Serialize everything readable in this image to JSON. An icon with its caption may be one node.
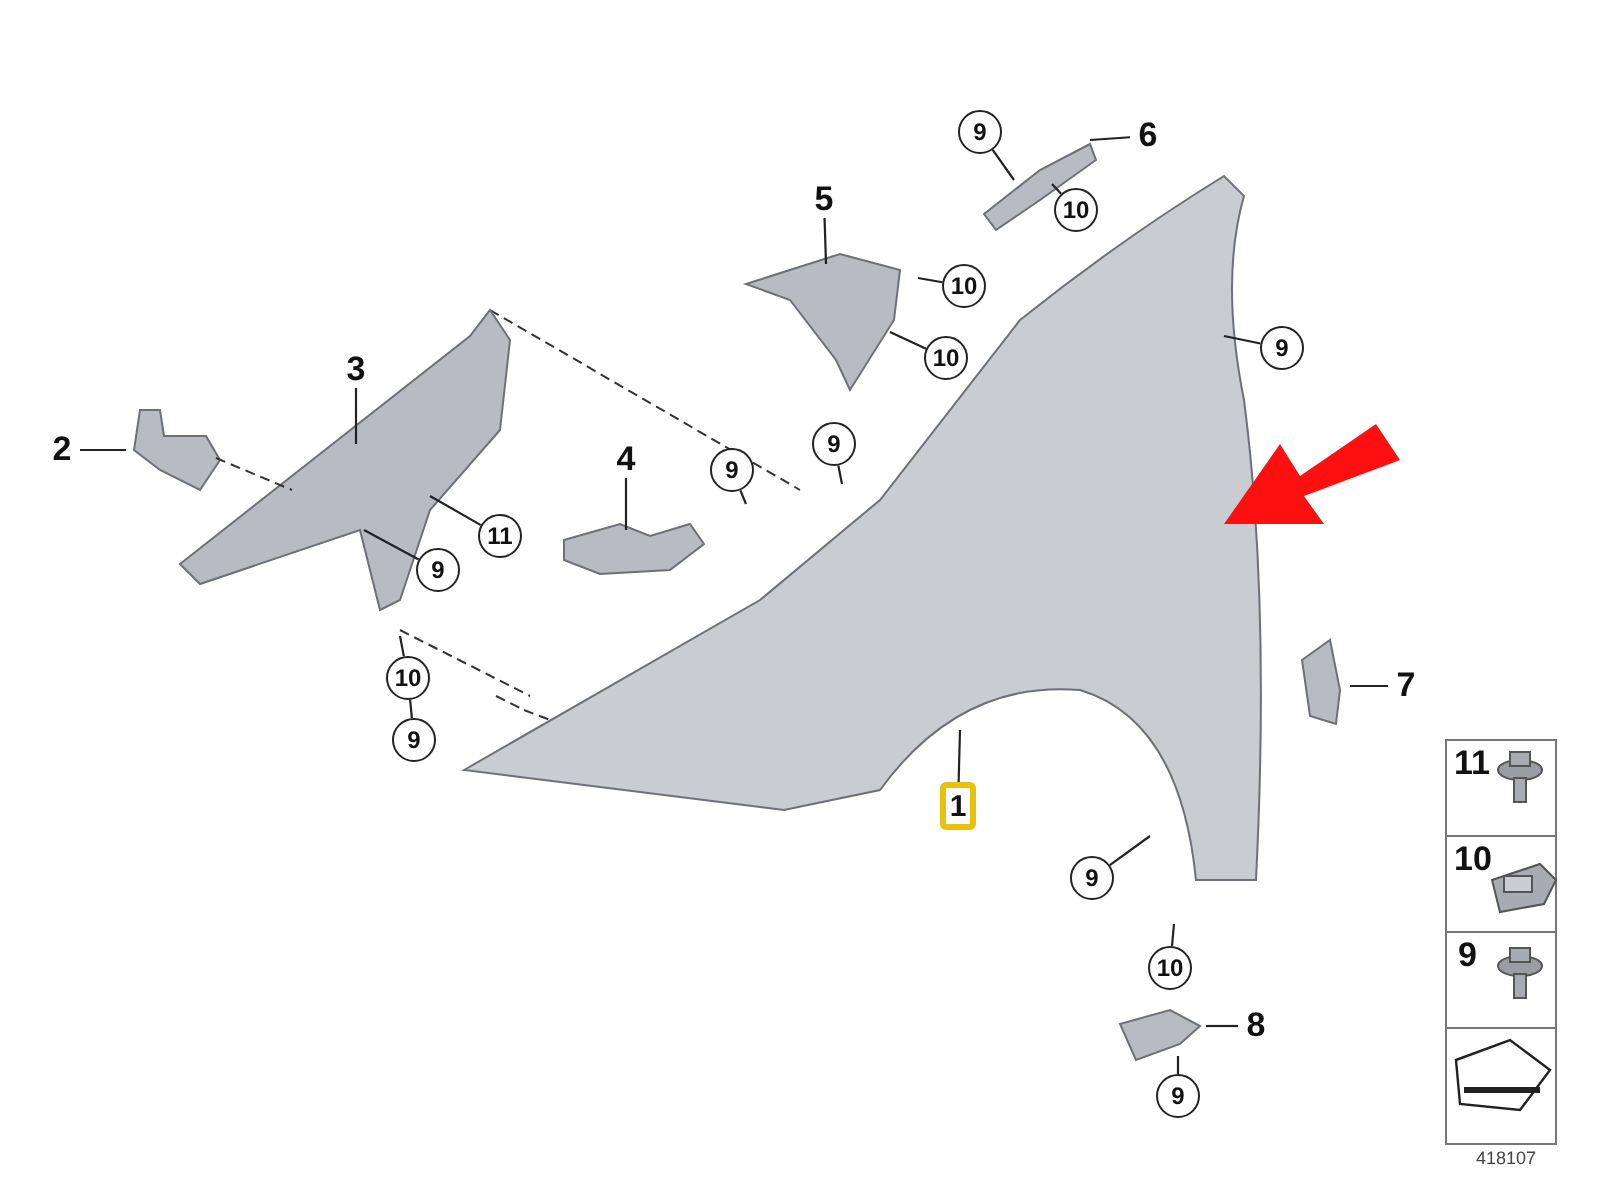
{
  "diagram": {
    "nodes": [
      {
        "text": [
          "9"
        ]
      },
      {
        "text": [
          "6"
        ]
      },
      {
        "text": [
          "10"
        ]
      },
      {
        "text": [
          "5"
        ]
      },
      {
        "text": [
          "10"
        ]
      },
      {
        "text": [
          "10"
        ]
      },
      {
        "text": [
          "9"
        ]
      },
      {
        "text": [
          "3"
        ]
      },
      {
        "text": [
          "2"
        ]
      },
      {
        "text": [
          "4"
        ]
      },
      {
        "text": [
          "9"
        ]
      },
      {
        "text": [
          "9"
        ]
      },
      {
        "text": [
          "11"
        ]
      },
      {
        "text": [
          "9"
        ]
      },
      {
        "text": [
          "10"
        ]
      },
      {
        "text": [
          "9"
        ]
      },
      {
        "text": [
          "7"
        ]
      },
      {
        "text": [
          "1"
        ]
      },
      {
        "text": [
          "9"
        ]
      },
      {
        "text": [
          "10"
        ]
      },
      {
        "text": [
          "8"
        ]
      },
      {
        "text": [
          "9"
        ]
      },
      {
        "text": [],
        "shape": "picture"
      },
      {
        "text": [],
        "shape": "picture"
      },
      {
        "text": [],
        "shape": "picture"
      },
      {
        "text": [],
        "shape": "picture"
      },
      {
        "text": [],
        "shape": "picture"
      },
      {
        "text": [],
        "shape": "picture"
      },
      {
        "text": [],
        "shape": "picture"
      },
      {
        "text": [],
        "shape": "picture"
      }
    ],
    "edges": [
      {
        "from": 0,
        "to": 27,
        "arrow": "none"
      },
      {
        "from": 1,
        "to": 27,
        "arrow": "none"
      },
      {
        "from": 2,
        "to": 27,
        "arrow": "none"
      },
      {
        "from": 3,
        "to": 26,
        "arrow": "none"
      },
      {
        "from": 4,
        "to": 26,
        "arrow": "none"
      },
      {
        "from": 5,
        "to": 26,
        "arrow": "none"
      },
      {
        "from": 6,
        "to": 24,
        "arrow": "none"
      },
      {
        "from": 7,
        "to": 23,
        "arrow": "none"
      },
      {
        "from": 8,
        "to": 22,
        "arrow": "none"
      },
      {
        "from": 9,
        "to": 25,
        "arrow": "none"
      },
      {
        "from": 10,
        "to": null,
        "arrow": "none"
      },
      {
        "from": 11,
        "to": null,
        "arrow": "none"
      },
      {
        "from": 12,
        "to": 23,
        "arrow": "none"
      },
      {
        "from": 13,
        "to": 23,
        "arrow": "none"
      },
      {
        "from": 14,
        "to": null,
        "arrow": "none"
      },
      {
        "from": 15,
        "to": 14,
        "arrow": "none"
      },
      {
        "from": 16,
        "to": 29,
        "arrow": "none"
      },
      {
        "from": 17,
        "to": 24,
        "arrow": "none"
      },
      {
        "from": 18,
        "to": 24,
        "arrow": "none"
      },
      {
        "from": 19,
        "to": null,
        "arrow": "none"
      },
      {
        "from": 20,
        "to": 28,
        "arrow": "none"
      },
      {
        "from": 21,
        "to": 28,
        "arrow": "none"
      },
      {
        "from": 22,
        "to": 23,
        "arrow": "none",
        "style": "dashed"
      }
    ],
    "labels": [
      "11",
      "10",
      "9",
      "418107"
    ]
  }
}
